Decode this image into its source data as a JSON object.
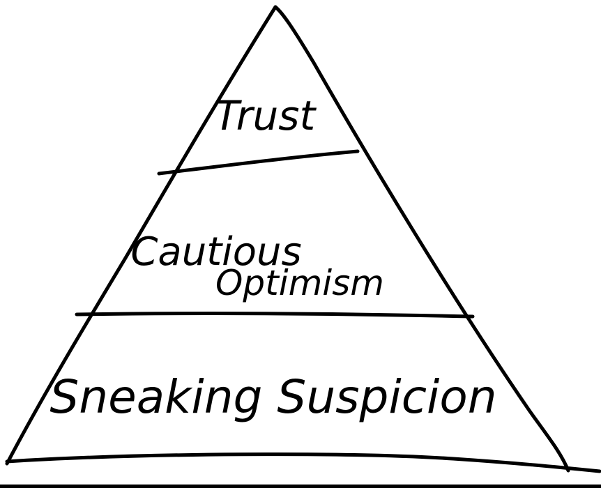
{
  "pyramid": {
    "tiers": [
      {
        "label_lines": [
          "Trust"
        ]
      },
      {
        "label_lines": [
          "Cautious",
          "Optimism"
        ]
      },
      {
        "label_lines": [
          "Sneaking Suspicion"
        ]
      }
    ]
  }
}
